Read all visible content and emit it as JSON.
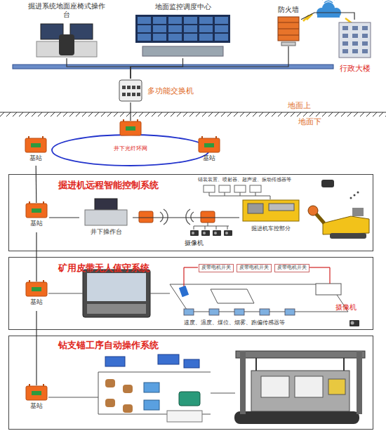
{
  "diagram": {
    "nodes": [
      {
        "text": [
          "掘进系统地面座椅式操作台"
        ]
      },
      {
        "text": [
          "地面监控调度中心"
        ]
      },
      {
        "text": [
          "防火墙"
        ]
      },
      {
        "text": [
          "行政大楼"
        ]
      },
      {
        "text": [
          "多功能交换机"
        ]
      },
      {
        "text": [
          "井下光纤环网"
        ]
      },
      {
        "text": [
          "基站"
        ]
      },
      {
        "text": [
          "基站"
        ]
      },
      {
        "text": [
          "掘进机远程智能控制系统"
        ]
      },
      {
        "text": [
          "基站"
        ],
        "in": 8
      },
      {
        "text": [
          "井下操作台"
        ],
        "in": 8
      },
      {
        "text": [
          "摄像机"
        ],
        "in": 8
      },
      {
        "text": [
          "掘进机车控部分"
        ],
        "in": 8
      },
      {
        "text": [
          "矿用皮带无人值守系统"
        ]
      },
      {
        "text": [
          "基站"
        ],
        "in": 13
      },
      {
        "text": [
          "皮带电机开关"
        ],
        "in": 13
      },
      {
        "text": [
          "皮带电机开关"
        ],
        "in": 13
      },
      {
        "text": [
          "皮带电机开关"
        ],
        "in": 13
      },
      {
        "text": [
          "钻支锚工序自动操作系统"
        ]
      },
      {
        "text": [
          "基站"
        ],
        "in": 18
      }
    ],
    "edges": [
      {
        "from": 4,
        "to": 0,
        "arrow": "none"
      },
      {
        "from": 4,
        "to": 1,
        "arrow": "none"
      },
      {
        "from": 4,
        "to": 2,
        "arrow": "none"
      },
      {
        "from": 2,
        "to": 3,
        "arrow": "none"
      },
      {
        "from": 4,
        "to": 5,
        "arrow": "none"
      },
      {
        "from": 6,
        "to": 9,
        "arrow": "none"
      },
      {
        "from": 9,
        "to": 14,
        "arrow": "none"
      },
      {
        "from": 14,
        "to": 19,
        "arrow": "none"
      },
      {
        "from": 9,
        "to": 10,
        "arrow": "none"
      },
      {
        "from": 10,
        "to": 12,
        "arrow": "none"
      }
    ],
    "labels": [
      "地面上",
      "地面下",
      "锚装装置、喷射器、超声波、振动传感器等",
      "摄像机",
      "速度、温度、煤位、烟雾、跑偏传感器等"
    ]
  }
}
